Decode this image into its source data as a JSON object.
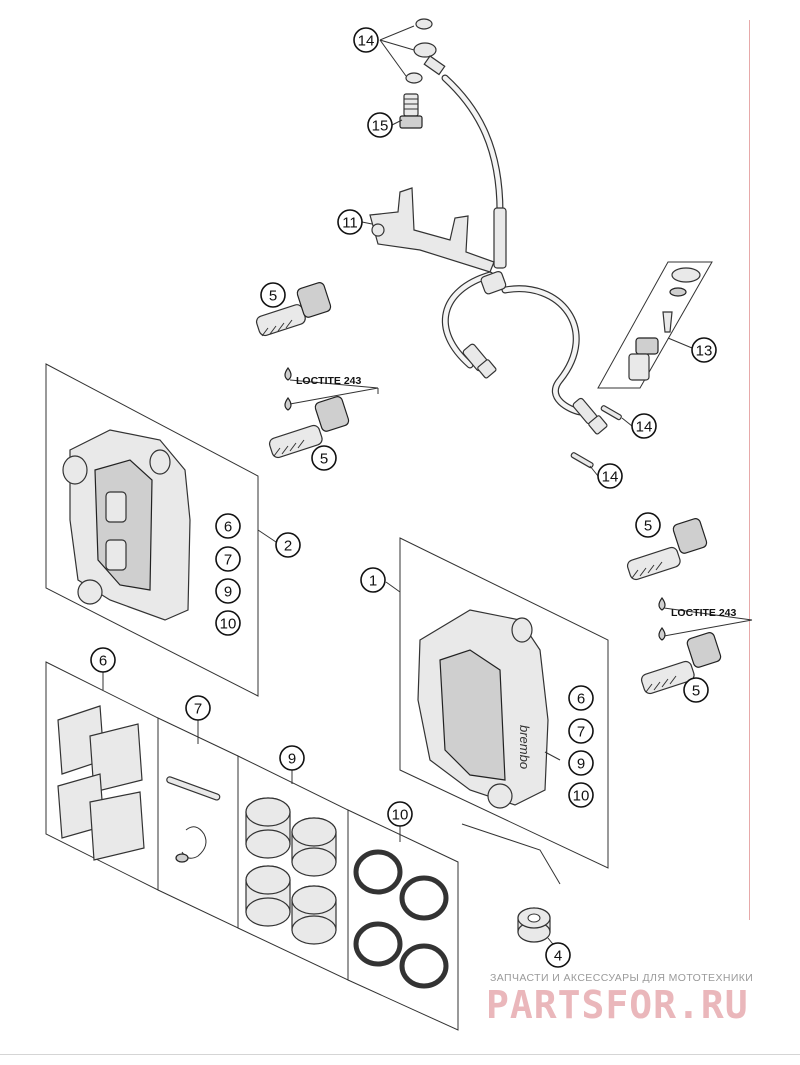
{
  "callouts": {
    "c1": "1",
    "c2": "2",
    "c4": "4",
    "c5a": "5",
    "c5b": "5",
    "c5c": "5",
    "c5d": "5",
    "c6a": "6",
    "c6b": "6",
    "c6c": "6",
    "c7a": "7",
    "c7b": "7",
    "c7c": "7",
    "c9a": "9",
    "c9b": "9",
    "c9c": "9",
    "c10a": "10",
    "c10b": "10",
    "c10c": "10",
    "c11": "11",
    "c13": "13",
    "c14a": "14",
    "c14b": "14",
    "c14c": "14",
    "c15": "15"
  },
  "labels": {
    "loctite_left": "LOCTITE 243",
    "loctite_right": "LOCTITE 243",
    "caliper_logo": "brembo"
  },
  "watermark": {
    "tagline": "ЗАПЧАСТИ И АКСЕССУАРЫ ДЛЯ МОТОТЕХНИКИ",
    "brand": "PARTSFOR.RU"
  }
}
